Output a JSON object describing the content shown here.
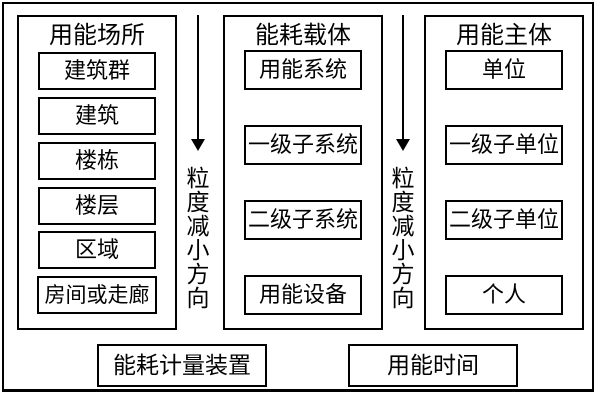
{
  "diagram": {
    "columns": [
      {
        "title": "用能场所",
        "items": [
          "建筑群",
          "建筑",
          "楼栋",
          "楼层",
          "区域",
          "房间或走廊"
        ]
      },
      {
        "title": "能耗载体",
        "items": [
          "用能系统",
          "一级子系统",
          "二级子系统",
          "用能设备"
        ]
      },
      {
        "title": "用能主体",
        "items": [
          "单位",
          "一级子单位",
          "二级子单位",
          "个人"
        ]
      }
    ],
    "arrows": [
      {
        "label": "粒度减小方向"
      },
      {
        "label": "粒度减小方向"
      }
    ],
    "footer": {
      "left_box": "能耗计量装置",
      "right_box": "用能时间"
    },
    "colors": {
      "line": "#000000",
      "background": "#ffffff",
      "text": "#000000"
    }
  }
}
